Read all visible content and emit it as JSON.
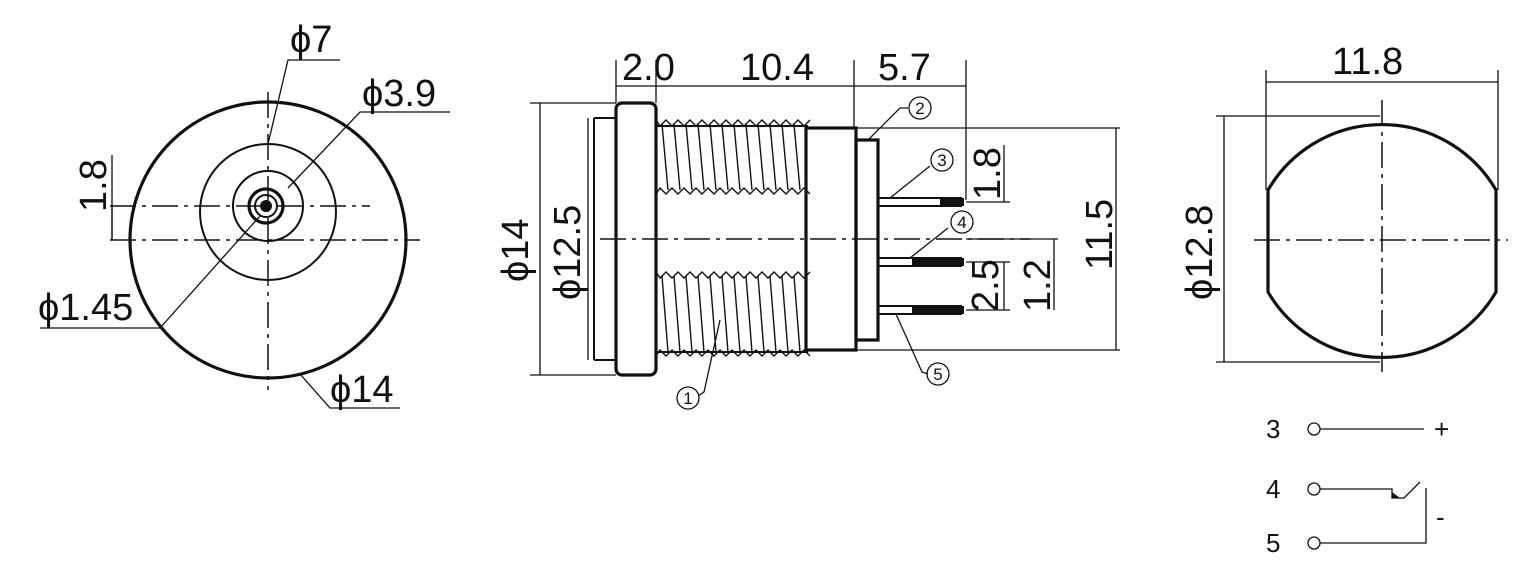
{
  "front_view": {
    "dia_pin": "ϕ1.45",
    "dia_bore": "ϕ3.9",
    "dia_ring": "ϕ7",
    "dia_outer": "ϕ14",
    "offset": "1.8"
  },
  "side_view": {
    "len_flange": "2.0",
    "len_thread": "10.4",
    "len_pins": "5.7",
    "dia_flange": "ϕ14",
    "dia_thread": "ϕ12.5",
    "height_body": "11.5",
    "pin_gap_top": "1.8",
    "pin_gap_mid": "2.5",
    "pin_gap_low": "1.2",
    "callouts": [
      "1",
      "2",
      "3",
      "4",
      "5"
    ]
  },
  "rear_view": {
    "width": "11.8",
    "dia": "ϕ12.8"
  },
  "schematic": {
    "pins": [
      "3",
      "4",
      "5"
    ],
    "plus": "+",
    "minus": "-"
  }
}
